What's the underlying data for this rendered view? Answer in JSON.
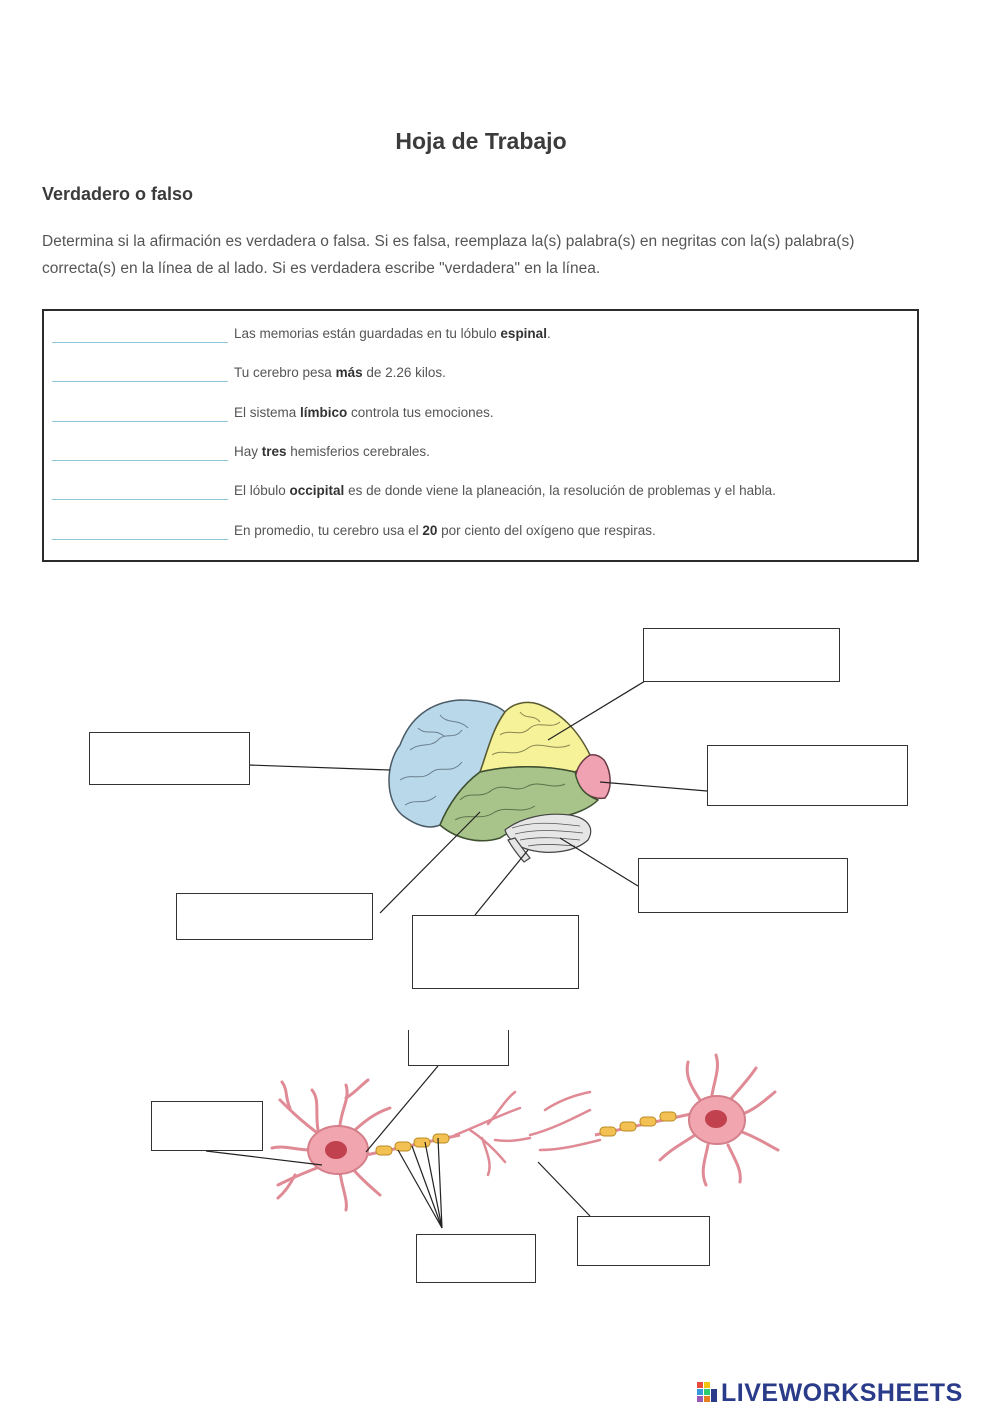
{
  "title": "Hoja de Trabajo",
  "subtitle": "Verdadero o falso",
  "instructions": "Determina si la afirmación es verdadera o falsa. Si es falsa, reemplaza la(s) palabra(s) en negritas con la(s) palabra(s) correcta(s) en la línea de al lado. Si es verdadera escribe \"verdadera\" en la línea.",
  "statements": [
    {
      "pre": "Las memorias están guardadas en tu lóbulo ",
      "bold": "espinal",
      "post": "."
    },
    {
      "pre": "Tu cerebro pesa ",
      "bold": "más",
      "post": " de 2.26 kilos."
    },
    {
      "pre": "El sistema ",
      "bold": "límbico",
      "post": " controla tus emociones."
    },
    {
      "pre": "Hay ",
      "bold": "tres",
      "post": " hemisferios cerebrales."
    },
    {
      "pre": "El lóbulo ",
      "bold": "occipital",
      "post": " es de donde viene la planeación, la resolución de problemas y el habla."
    },
    {
      "pre": "En promedio, tu cerebro usa el ",
      "bold": "20",
      "post": " por ciento del oxígeno que respiras."
    }
  ],
  "colors": {
    "frontal": "#b9d8ea",
    "parietal": "#f6f29a",
    "temporal": "#a9c48a",
    "occipital": "#f1a2b2",
    "cerebellum": "#e6e6e6",
    "neuron": "#f1a5ae",
    "myelin": "#f3c153"
  },
  "branding": {
    "logo_text": "LIVEWORKSHEETS"
  }
}
